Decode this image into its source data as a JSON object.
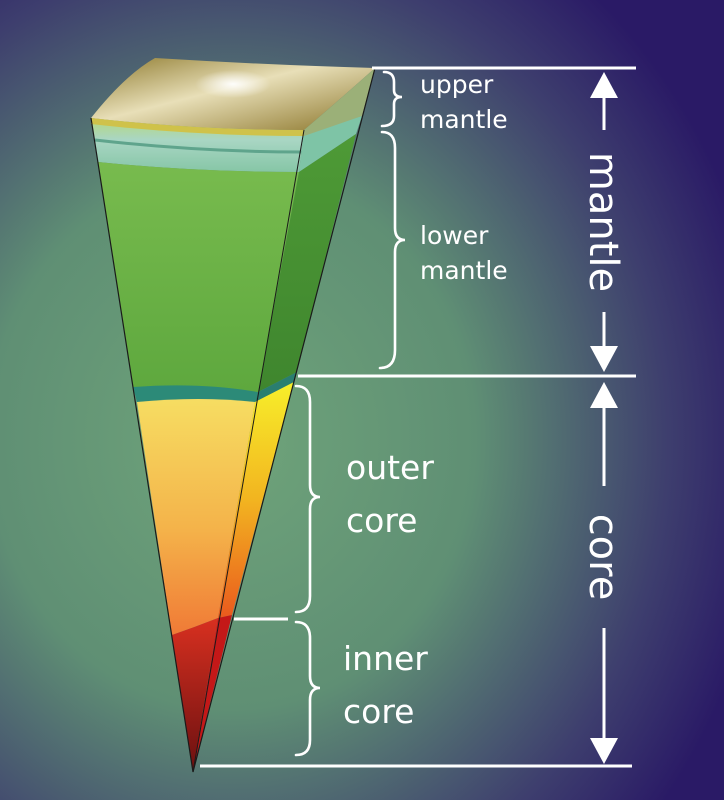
{
  "labels": {
    "upper_mantle": [
      "upper",
      "mantle"
    ],
    "lower_mantle": [
      "lower",
      "mantle"
    ],
    "outer_core": [
      "outer",
      "core"
    ],
    "inner_core": [
      "inner",
      "core"
    ],
    "mantle": "mantle",
    "core": "core"
  },
  "colors": {
    "background_center": "#6a9f78",
    "background_edge": "#2a1a66",
    "crust": "#a08a3c",
    "upper_mantle": "#9fd0b8",
    "lower_mantle": "#6cb445",
    "core_mantle_boundary": "#2a8a7a",
    "outer_core_top": "#f7df60",
    "outer_core_bottom": "#f08a3a",
    "inner_core": "#c02020",
    "label": "#ffffff"
  }
}
